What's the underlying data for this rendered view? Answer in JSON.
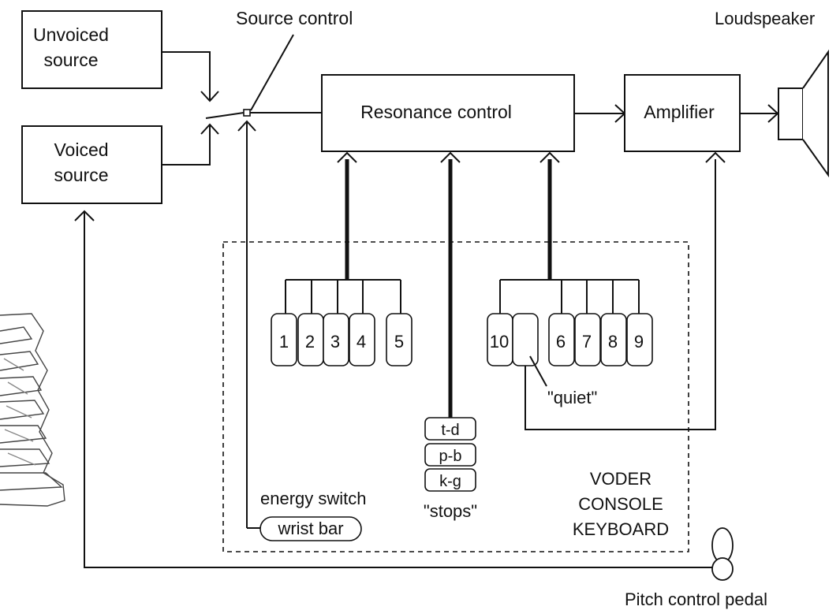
{
  "labels": {
    "unvoiced_source": [
      "Unvoiced",
      "source"
    ],
    "voiced_source": [
      "Voiced",
      "source"
    ],
    "source_control": "Source control",
    "resonance_control": "Resonance control",
    "amplifier": "Amplifier",
    "loudspeaker": "Loudspeaker",
    "quiet": "\"quiet\"",
    "stops": "\"stops\"",
    "energy_switch": "energy switch",
    "wrist_bar": "wrist bar",
    "voder": [
      "VODER",
      "CONSOLE",
      "KEYBOARD"
    ],
    "pitch_pedal": "Pitch control pedal"
  },
  "keys": {
    "left_group": [
      "1",
      "2",
      "3",
      "4",
      "5"
    ],
    "right_group": [
      "10",
      "",
      "6",
      "7",
      "8",
      "9"
    ],
    "stop_keys": [
      "t-d",
      "p-b",
      "k-g"
    ]
  }
}
